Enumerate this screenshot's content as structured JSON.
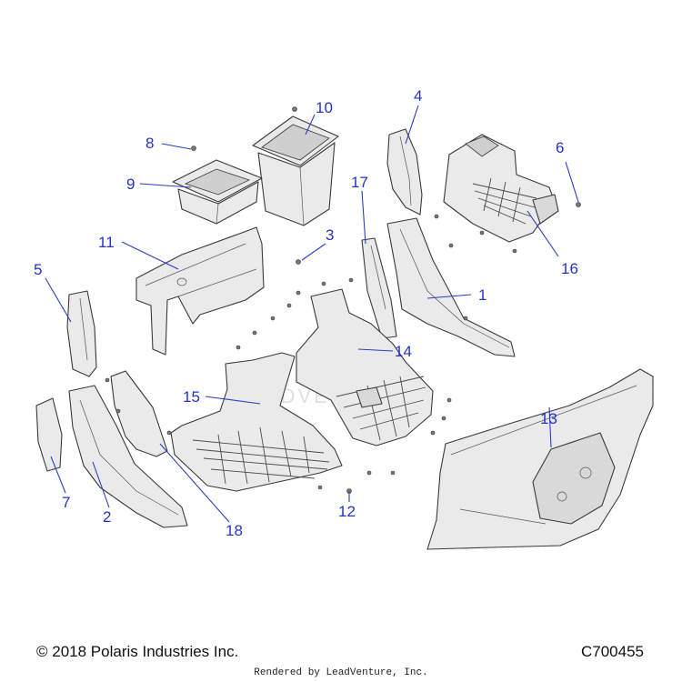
{
  "callouts": [
    {
      "id": "c1",
      "label": "1"
    },
    {
      "id": "c2",
      "label": "2"
    },
    {
      "id": "c3",
      "label": "3"
    },
    {
      "id": "c4",
      "label": "4"
    },
    {
      "id": "c5",
      "label": "5"
    },
    {
      "id": "c6",
      "label": "6"
    },
    {
      "id": "c7",
      "label": "7"
    },
    {
      "id": "c8",
      "label": "8"
    },
    {
      "id": "c9",
      "label": "9"
    },
    {
      "id": "c10",
      "label": "10"
    },
    {
      "id": "c11",
      "label": "11"
    },
    {
      "id": "c12",
      "label": "12"
    },
    {
      "id": "c13",
      "label": "13"
    },
    {
      "id": "c14",
      "label": "14"
    },
    {
      "id": "c15",
      "label": "15"
    },
    {
      "id": "c16",
      "label": "16"
    },
    {
      "id": "c17",
      "label": "17"
    },
    {
      "id": "c18",
      "label": "18"
    }
  ],
  "watermark": "LEADVENTURE",
  "footer": {
    "copyright": "© 2018 Polaris Industries Inc.",
    "diagram_code": "C700455",
    "rendered_by": "Rendered by LeadVenture, Inc."
  },
  "colors": {
    "callout": "#2433c8",
    "part_fill": "#eaeaea",
    "outline": "#3a3a3a"
  }
}
